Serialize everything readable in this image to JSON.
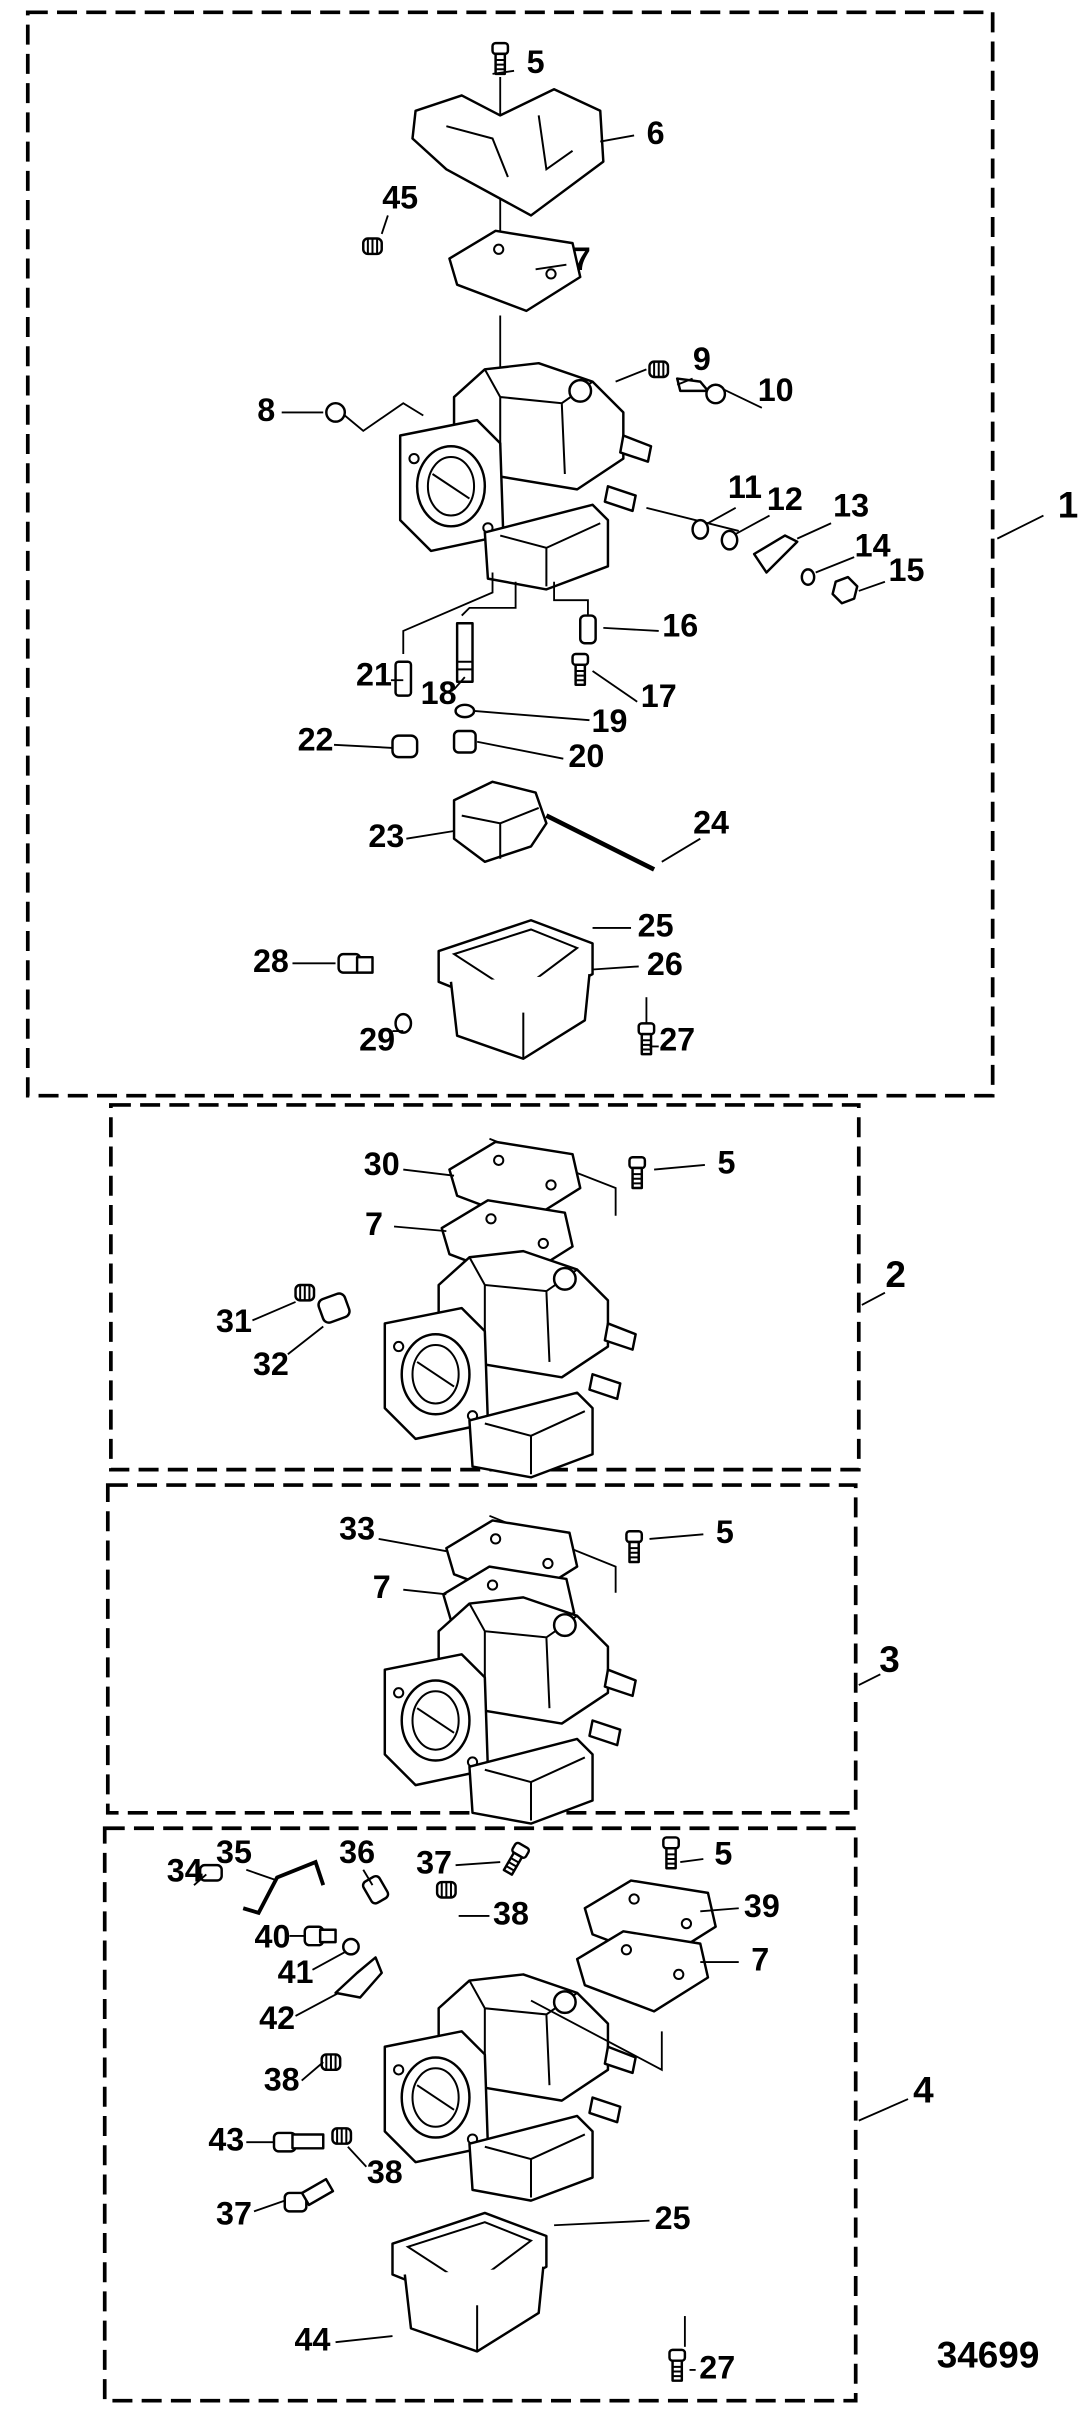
{
  "diagram_number": "34699",
  "assemblies": [
    {
      "label": "1",
      "callouts": [
        "5",
        "6",
        "45",
        "7",
        "9",
        "10",
        "8",
        "11",
        "12",
        "13",
        "14",
        "15",
        "16",
        "21",
        "18",
        "17",
        "19",
        "22",
        "20",
        "24",
        "23",
        "25",
        "28",
        "26",
        "29",
        "27"
      ]
    },
    {
      "label": "2",
      "callouts": [
        "30",
        "5",
        "7",
        "31",
        "32"
      ]
    },
    {
      "label": "3",
      "callouts": [
        "33",
        "5",
        "7"
      ]
    },
    {
      "label": "4",
      "callouts": [
        "34",
        "35",
        "36",
        "37",
        "5",
        "38",
        "39",
        "7",
        "40",
        "41",
        "42",
        "38",
        "43",
        "38",
        "37",
        "25",
        "44",
        "27"
      ]
    }
  ]
}
